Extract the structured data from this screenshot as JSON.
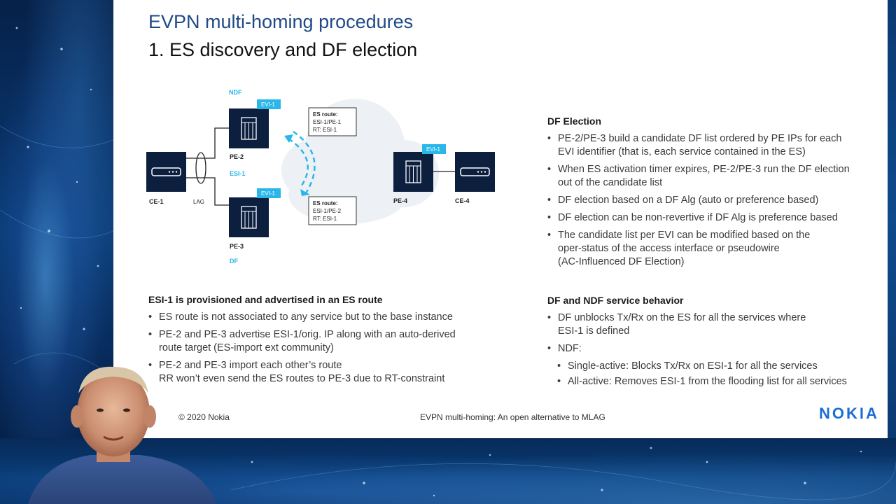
{
  "slide": {
    "title_line1": "EVPN multi-homing procedures",
    "title_line2": "1. ES discovery and DF election"
  },
  "diagram": {
    "ndf_label": "NDF",
    "df_label": "DF",
    "evi_tag": "EVI-1",
    "pe2_label": "PE-2",
    "pe3_label": "PE-3",
    "pe4_label": "PE-4",
    "ce1_label": "CE-1",
    "ce4_label": "CE-4",
    "lag_label": "LAG",
    "esi_label": "ESI-1",
    "route_top": {
      "title": "ES route:",
      "line1": "ESI-1/PE-1",
      "line2": "RT: ESI-1"
    },
    "route_bottom": {
      "title": "ES route:",
      "line1": "ESI-1/PE-2",
      "line2": "RT: ESI-1"
    }
  },
  "df_election": {
    "heading": "DF Election",
    "bullets": [
      [
        "PE-2/PE-3 build a candidate DF list ordered by PE IPs for each",
        "EVI identifier (that is, each service contained in the ES)"
      ],
      [
        "When ES activation timer expires, PE-2/PE-3 run the DF election",
        "out of the candidate list"
      ],
      [
        "DF election based on a DF Alg (auto or preference based)"
      ],
      [
        "DF election can be non-revertive if DF Alg is preference based"
      ],
      [
        "The candidate list per EVI can  be modified based on the",
        "oper-status of the access interface or pseudowire",
        "(AC-Influenced DF Election)"
      ]
    ]
  },
  "esi_section": {
    "heading": "ESI-1 is provisioned and advertised in an ES route",
    "bullets": [
      [
        "ES route is not associated to any service but to the base instance"
      ],
      [
        "PE-2 and PE-3 advertise ESI-1/orig. IP along with an auto-derived",
        "route target (ES-import ext community)"
      ],
      [
        "PE-2 and PE-3 import each other’s route",
        "RR won’t even send the ES routes to PE-3 due to RT-constraint"
      ]
    ]
  },
  "ndf_section": {
    "heading": "DF and NDF service behavior",
    "bullet1": [
      "DF unblocks Tx/Rx on the ES for all the services where",
      "ESI-1 is defined"
    ],
    "bullet2": "NDF:",
    "sub1": "Single-active: Blocks Tx/Rx on ESI-1 for all the services",
    "sub2": "All-active: Removes ESI-1 from the flooding list for all services"
  },
  "footer": {
    "copyright": "© 2020 Nokia",
    "center": "EVPN multi-homing: An open alternative to MLAG",
    "logo": "NOKIA"
  },
  "colors": {
    "title_blue": "#1f4a86",
    "node_navy": "#0c1f3f",
    "accent_cyan": "#29b6e8",
    "nokia_blue": "#1c6ed6"
  }
}
